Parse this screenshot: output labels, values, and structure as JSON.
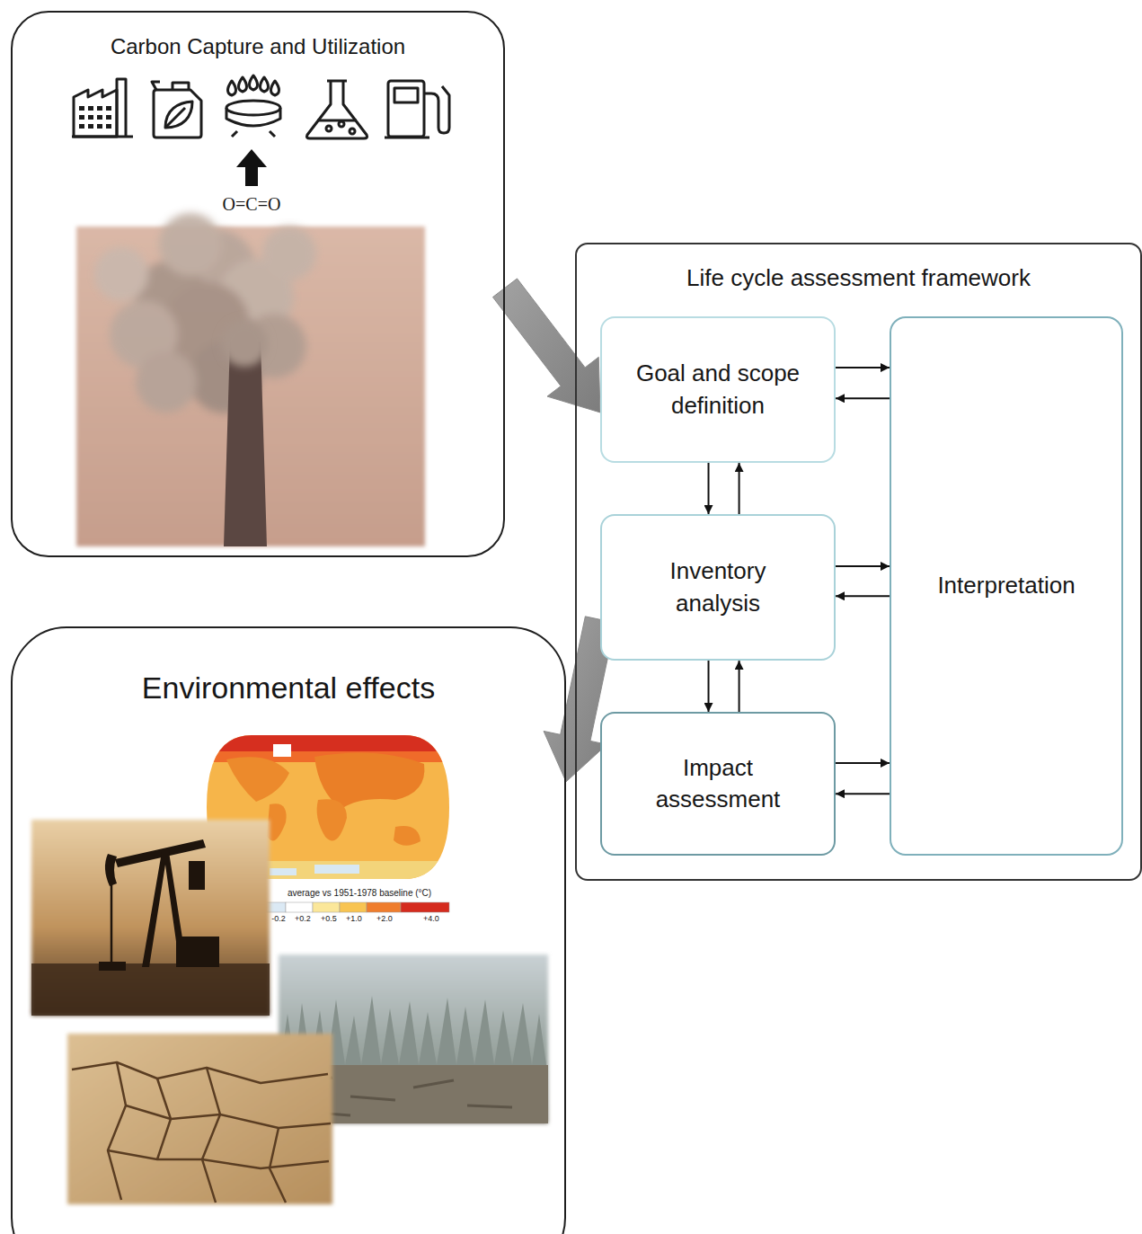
{
  "diagram": {
    "nodes": [
      {
        "text": [
          "Carbon Capture and Utilization"
        ]
      },
      {
        "text": [
          "Life cycle assessment framework"
        ]
      },
      {
        "text": [
          "Goal and scope definition"
        ],
        "in": 1
      },
      {
        "text": [
          "Inventory analysis"
        ],
        "in": 1
      },
      {
        "text": [
          "Impact assessment"
        ],
        "in": 1
      },
      {
        "text": [
          "Interpretation"
        ],
        "in": 1
      },
      {
        "text": [
          "Environmental effects"
        ]
      }
    ],
    "edges": [
      {
        "from": 0,
        "to": 2,
        "arrow": "to"
      },
      {
        "from": 3,
        "to": 6,
        "arrow": "to"
      },
      {
        "from": 2,
        "to": 3,
        "arrow": "to"
      },
      {
        "from": 3,
        "to": 2,
        "arrow": "to"
      },
      {
        "from": 3,
        "to": 4,
        "arrow": "to"
      },
      {
        "from": 4,
        "to": 3,
        "arrow": "to"
      },
      {
        "from": 2,
        "to": 5,
        "arrow": "to"
      },
      {
        "from": 5,
        "to": 2,
        "arrow": "to"
      },
      {
        "from": 3,
        "to": 5,
        "arrow": "to"
      },
      {
        "from": 5,
        "to": 3,
        "arrow": "to"
      },
      {
        "from": 4,
        "to": 5,
        "arrow": "to"
      },
      {
        "from": 5,
        "to": 4,
        "arrow": "to"
      }
    ],
    "labels": [
      "O=C=O",
      "average vs 1951-1978 baseline (°C)",
      "-0.2",
      "+0.2",
      "+0.5",
      "+1.0",
      "+2.0",
      "+4.0"
    ]
  }
}
